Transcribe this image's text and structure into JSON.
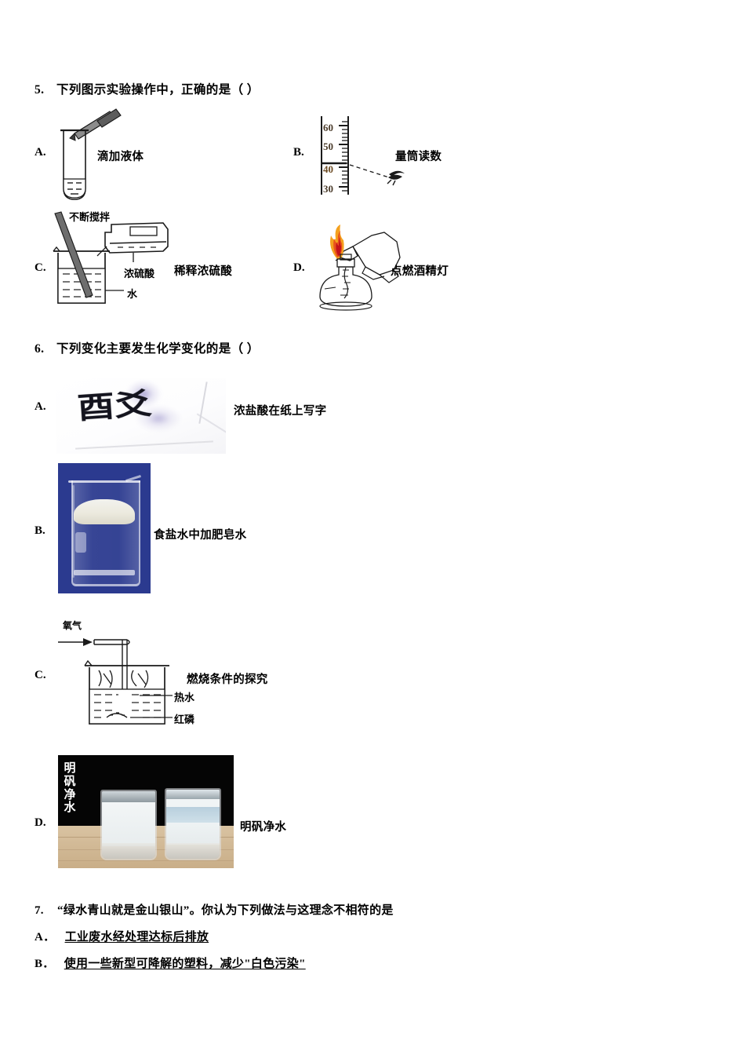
{
  "questions": [
    {
      "number": "5.",
      "stem": "下列图示实验操作中，正确的是（ ）",
      "options": [
        {
          "letter": "A.",
          "caption": "滴加液体"
        },
        {
          "letter": "B.",
          "caption": "量筒读数"
        },
        {
          "letter": "C.",
          "caption": "稀释浓硫酸"
        },
        {
          "letter": "D.",
          "caption": "点燃酒精灯"
        }
      ]
    },
    {
      "number": "6.",
      "stem": "下列变化主要发生化学变化的是（    ）",
      "options": [
        {
          "letter": "A.",
          "caption": "浓盐酸在纸上写字"
        },
        {
          "letter": "B.",
          "caption": "食盐水中加肥皂水"
        },
        {
          "letter": "C.",
          "caption": "燃烧条件的探究"
        },
        {
          "letter": "D.",
          "caption": "明矾净水"
        }
      ]
    },
    {
      "number": "7.",
      "stem": "“绿水青山就是金山银山”。你认为下列做法与这理念不相符的是",
      "options": [
        {
          "letter": "A．",
          "text": "工业废水经处理达标后排放"
        },
        {
          "letter": "B．",
          "text": "使用一些新型可降解的塑料，减少\"白色污染\""
        }
      ]
    }
  ],
  "figures": {
    "cylinder": {
      "ticks": [
        "60",
        "50",
        "40",
        "30"
      ]
    },
    "dilute_acid": {
      "stir_label": "不断搅拌",
      "acid_label": "浓硫酸",
      "water_label": "水"
    },
    "combustion": {
      "oxygen_label": "氧气",
      "hot_water_label": "热水",
      "phosphorus_label": "红磷"
    },
    "handwriting": {
      "characters": "酉爻"
    },
    "alum_photo": {
      "vertical_caption": "明矾净水"
    }
  },
  "colors": {
    "ink": "#1a1a1a",
    "flame_outer": "#f4a11e",
    "flame_inner": "#c4121a",
    "beaker_photo_bg": "#2b3a8f",
    "alum_photo_bg": "#050505",
    "cylinder_digits": "#4a3b2a"
  }
}
